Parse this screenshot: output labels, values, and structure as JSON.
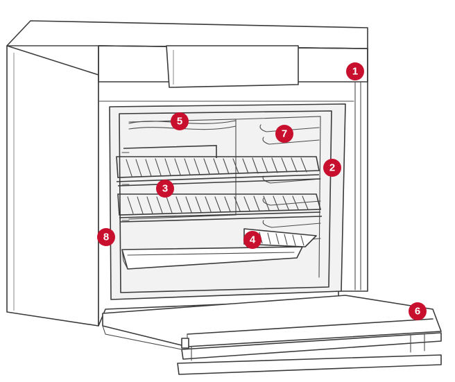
{
  "colors": {
    "badge": "#c8102e",
    "line": "#3a3a3a",
    "background": "#ffffff"
  },
  "callouts": [
    {
      "id": "1",
      "label": "1"
    },
    {
      "id": "2",
      "label": "2"
    },
    {
      "id": "3",
      "label": "3"
    },
    {
      "id": "4",
      "label": "4"
    },
    {
      "id": "5",
      "label": "5"
    },
    {
      "id": "6",
      "label": "6"
    },
    {
      "id": "7",
      "label": "7"
    },
    {
      "id": "8",
      "label": "8"
    }
  ]
}
